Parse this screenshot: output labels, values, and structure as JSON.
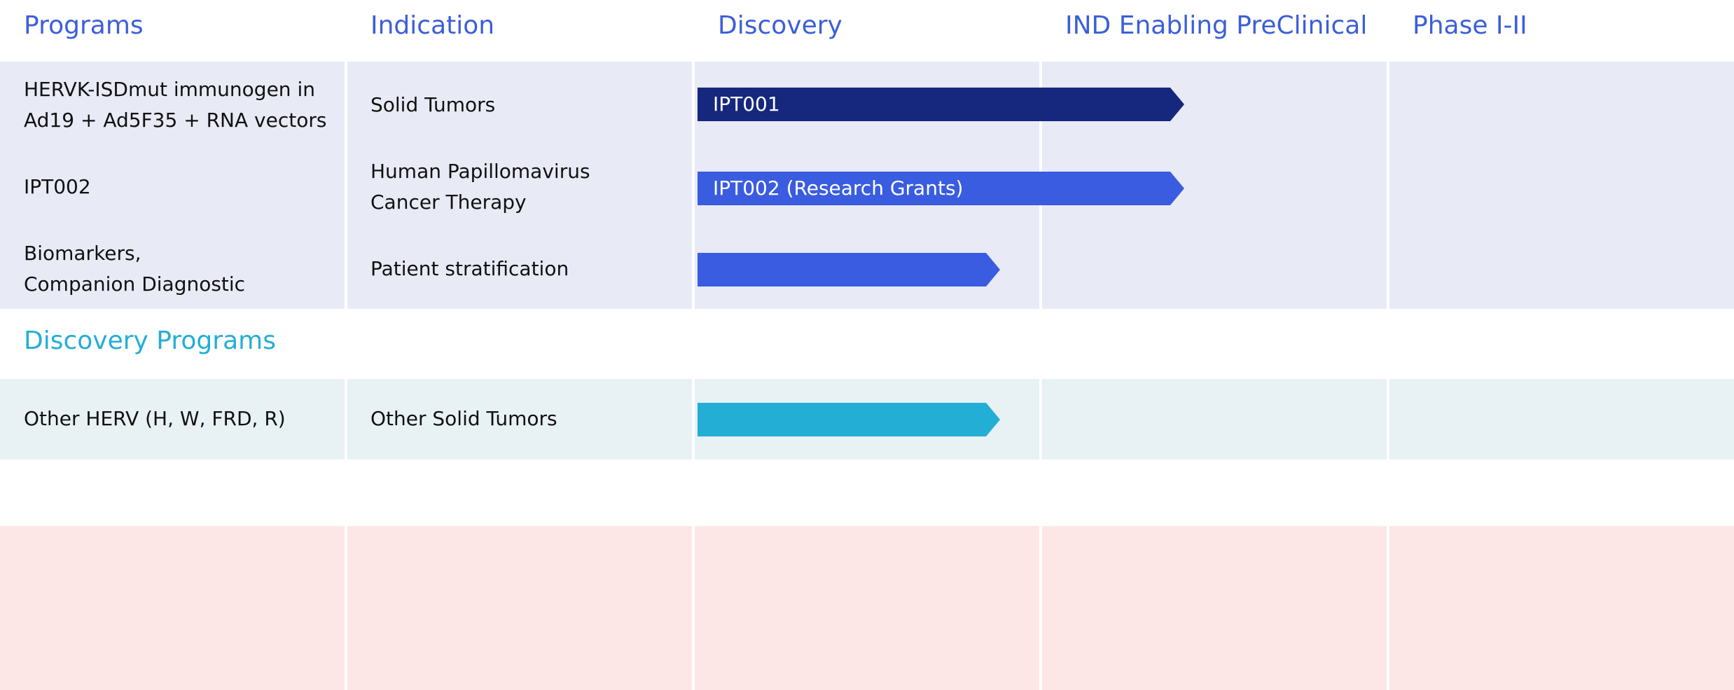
{
  "colors": {
    "header_text": "#3c5ed9",
    "section_title": "#23aed6",
    "band_lead": "#e8eaf6",
    "band_discovery": "#e8f1f4",
    "band_bottom": "#fde7e6",
    "divider": "#ffffff",
    "bar_dark": "#15287e",
    "bar_blue": "#3a5ce0",
    "bar_cyan": "#23aed6"
  },
  "columns": [
    "Programs",
    "Indication",
    "Discovery",
    "IND Enabling PreClinical",
    "Phase I-II"
  ],
  "chart_data": {
    "type": "table",
    "title": "",
    "stages": [
      "Discovery",
      "IND Enabling PreClinical",
      "Phase I-II"
    ],
    "sections": [
      {
        "title": "",
        "rows": [
          {
            "program": [
              "HERVK-ISDmut immunogen in",
              "Ad19 + Ad5F35 + RNA vectors"
            ],
            "indication": [
              "Solid Tumors"
            ],
            "bar_label": "IPT001",
            "progress_stages": 1.41,
            "color": "#15287e"
          },
          {
            "program": [
              "IPT002"
            ],
            "indication": [
              "Human Papillomavirus",
              "Cancer Therapy"
            ],
            "bar_label": "IPT002 (Research Grants)",
            "progress_stages": 1.41,
            "color": "#3a5ce0"
          },
          {
            "program": [
              "Biomarkers,",
              "Companion Diagnostic"
            ],
            "indication": [
              "Patient stratification"
            ],
            "bar_label": "",
            "progress_stages": 0.88,
            "color": "#3a5ce0"
          }
        ]
      },
      {
        "title": "Discovery Programs",
        "rows": [
          {
            "program": [
              "Other HERV (H, W, FRD, R)"
            ],
            "indication": [
              "Other Solid Tumors"
            ],
            "bar_label": "",
            "progress_stages": 0.88,
            "color": "#23aed6"
          }
        ]
      }
    ]
  }
}
